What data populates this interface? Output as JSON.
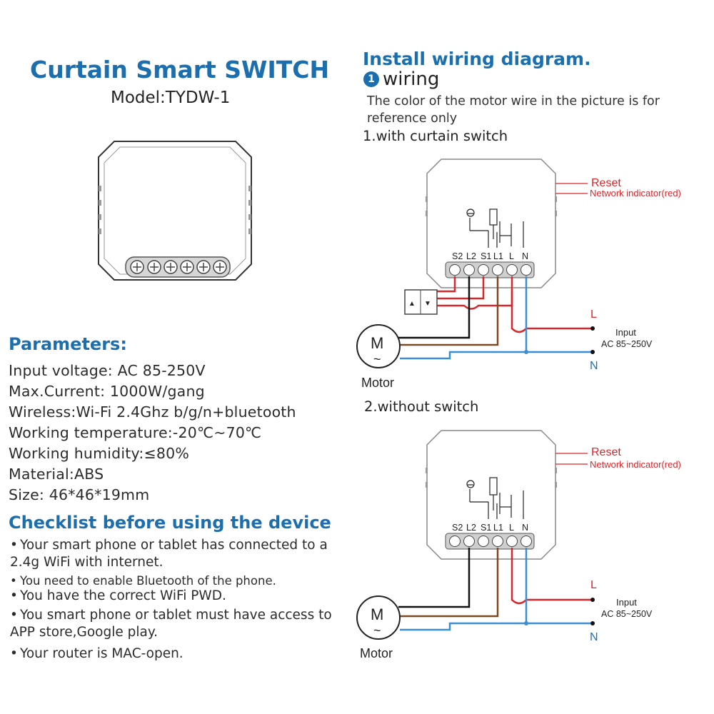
{
  "product": {
    "title": "Curtain Smart SWITCH",
    "model": "Model:TYDW-1"
  },
  "install": {
    "title": "Install wiring diagram.",
    "step_number": "1",
    "step_label": "wiring",
    "note": "The color of the motor wire in the picture is for reference only"
  },
  "diagram1": {
    "heading": "1.with curtain switch",
    "reset_label": "Reset",
    "indicator_label": "Network indicator(red)",
    "terminal_labels": [
      "S2",
      "L2",
      "S1",
      "L1",
      "L",
      "N"
    ],
    "line_label": "L",
    "neutral_label": "N",
    "input_label": "Input",
    "input_voltage": "AC 85~250V",
    "motor_symbol": "M",
    "motor_tilde": "~",
    "motor_label": "Motor",
    "switch_up": "▲",
    "switch_down": "▼"
  },
  "diagram2": {
    "heading": "2.without switch",
    "reset_label": "Reset",
    "indicator_label": "Network indicator(red)",
    "terminal_labels": [
      "S2",
      "L2",
      "S1",
      "L1",
      "L",
      "N"
    ],
    "line_label": "L",
    "neutral_label": "N",
    "input_label": "Input",
    "input_voltage": "AC 85~250V",
    "motor_symbol": "M",
    "motor_tilde": "~",
    "motor_label": "Motor"
  },
  "parameters": {
    "heading": "Parameters:",
    "items": [
      "Input voltage:  AC 85-250V",
      "Max.Current:  1000W/gang",
      "Wireless:Wi-Fi 2.4Ghz b/g/n+bluetooth",
      "Working temperature:-20℃~70℃",
      "Working humidity:≤80%",
      "Material:ABS",
      "Size:  46*46*19mm"
    ]
  },
  "checklist": {
    "heading": "Checklist before using the device",
    "bullet": "•",
    "items": [
      "Your smart phone or tablet has connected to a 2.4g WiFi with internet.",
      "You need to enable Bluetooth of the phone.",
      "You have the correct WiFi PWD.",
      "You smart phone or tablet must have access to APP store,Google play.",
      "Your router is MAC-open."
    ]
  },
  "colors": {
    "heading_blue": "#1b6fae",
    "wire_red": "#d9262a",
    "wire_blue": "#3a8ed4",
    "wire_brown": "#7a4a22",
    "wire_black": "#111111"
  }
}
